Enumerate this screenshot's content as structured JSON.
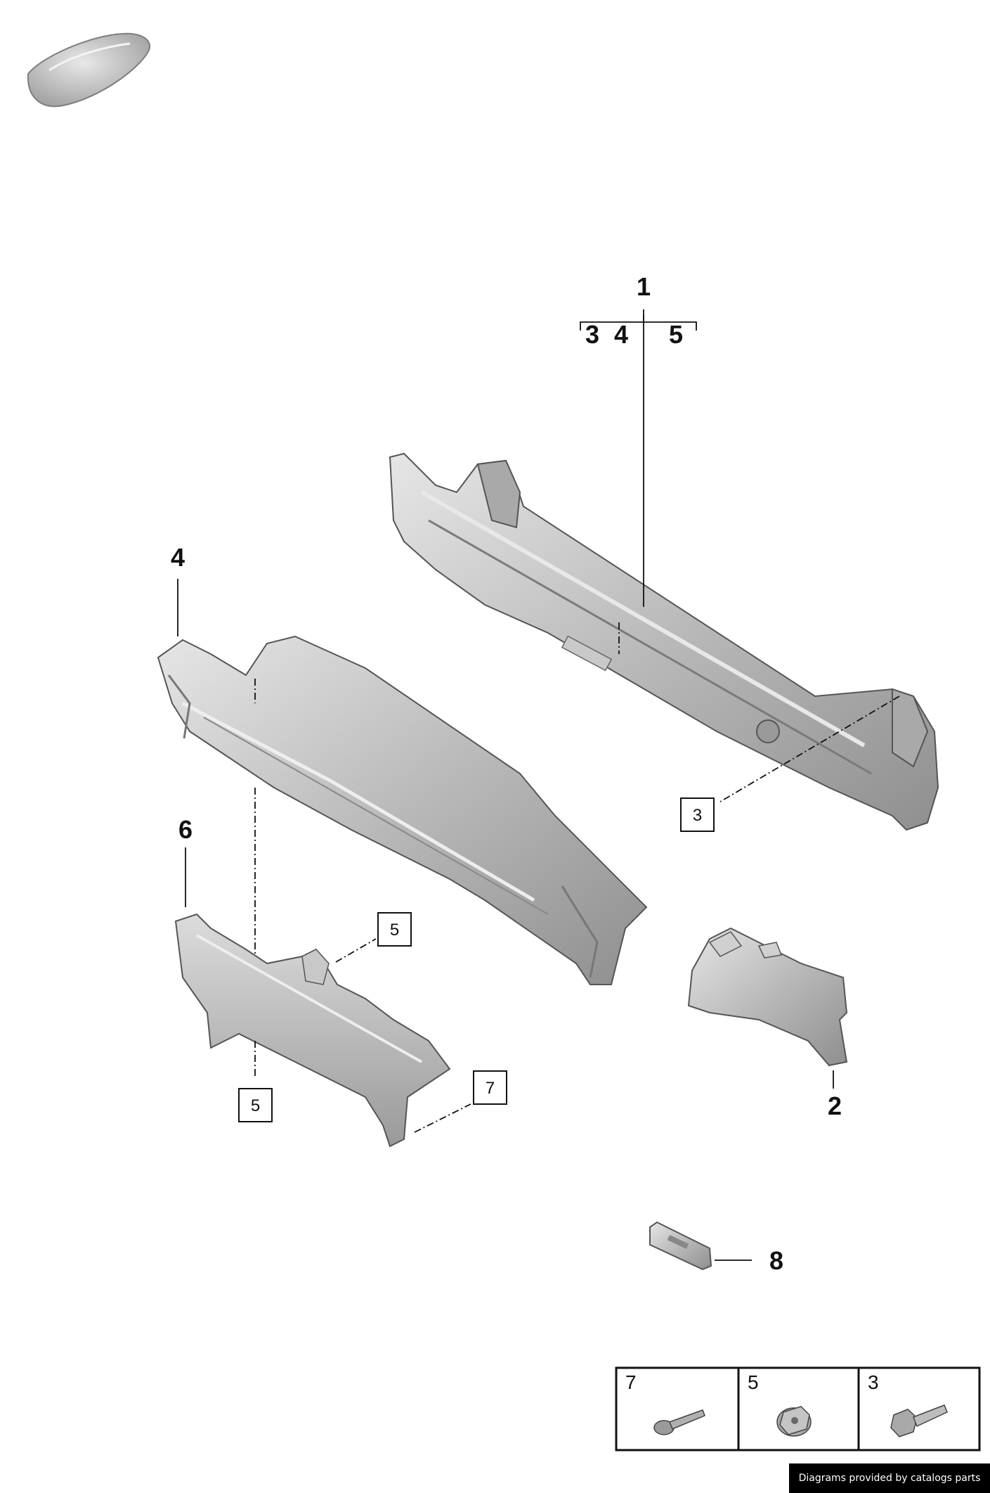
{
  "diagram": {
    "callouts": {
      "part1": "1",
      "part1_sub_a": "3",
      "part1_sub_b": "4",
      "part1_sub_c": "5",
      "part2": "2",
      "part4": "4",
      "part6": "6",
      "part8": "8"
    },
    "boxed_refs": {
      "ref3": "3",
      "ref5_upper": "5",
      "ref5_lower": "5",
      "ref7": "7"
    },
    "legend": [
      {
        "number": "7",
        "icon": "torx-screw-icon"
      },
      {
        "number": "5",
        "icon": "flange-nut-icon"
      },
      {
        "number": "3",
        "icon": "hex-bolt-icon"
      }
    ]
  },
  "footer": {
    "text": "Diagrams provided by catalogs parts"
  }
}
